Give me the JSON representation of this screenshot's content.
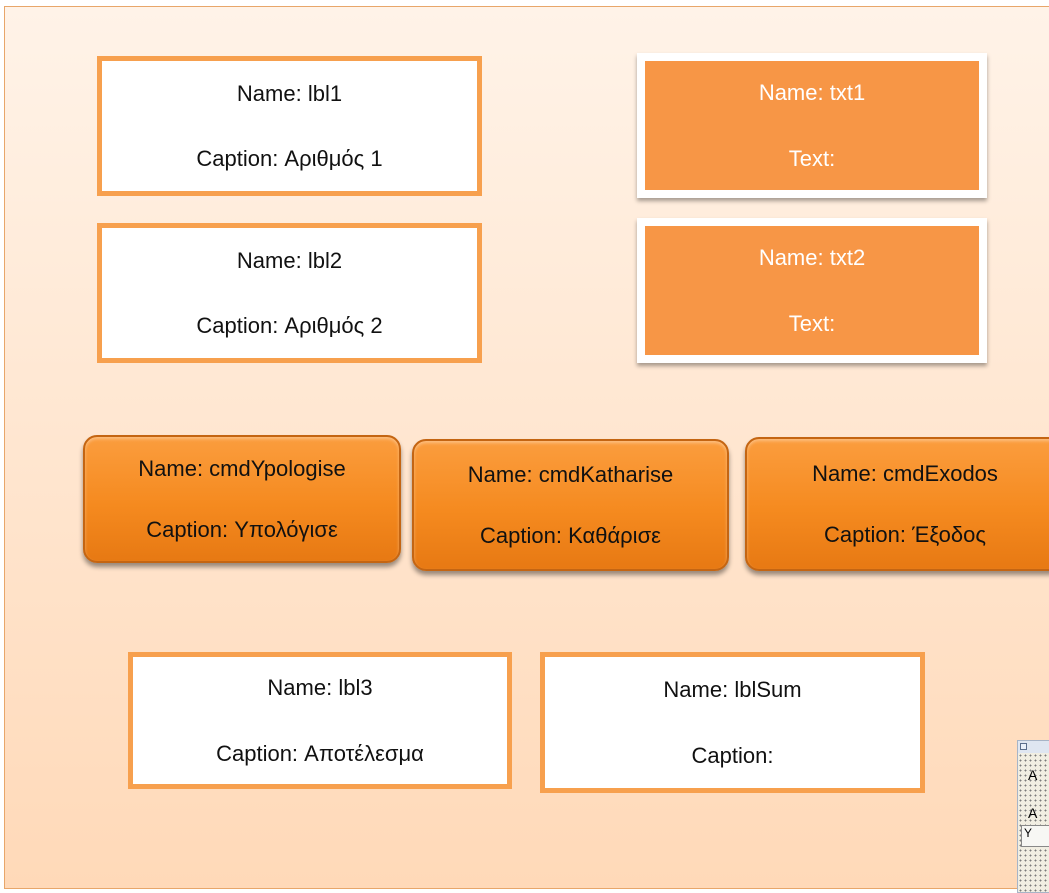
{
  "controls": {
    "lbl1": {
      "name": "Name: lbl1",
      "caption": "Caption: Αριθμός 1"
    },
    "lbl2": {
      "name": "Name: lbl2",
      "caption": "Caption: Αριθμός 2"
    },
    "txt1": {
      "name": "Name: txt1",
      "text": "Text:"
    },
    "txt2": {
      "name": "Name: txt2",
      "text": "Text:"
    },
    "cmdYpologise": {
      "name": "Name: cmdYpologise",
      "caption": "Caption: Υπολόγισε"
    },
    "cmdKatharise": {
      "name": "Name: cmdKatharise",
      "caption": "Caption: Καθάρισε"
    },
    "cmdExodos": {
      "name": "Name: cmdExodos",
      "caption": "Caption: Έξοδος"
    },
    "lbl3": {
      "name": "Name: lbl3",
      "caption": "Caption: Αποτέλεσμα"
    },
    "lblSum": {
      "name": "Name: lblSum",
      "caption": "Caption:"
    }
  },
  "mini_window": {
    "label_a1": "A",
    "label_a2": "A",
    "button_text": "Y"
  },
  "colors": {
    "background_top": "#fff3e8",
    "background_bottom": "#ffd9b8",
    "accent_orange": "#f79646",
    "label_border": "#f7a04e",
    "text_white": "#ffffff"
  }
}
